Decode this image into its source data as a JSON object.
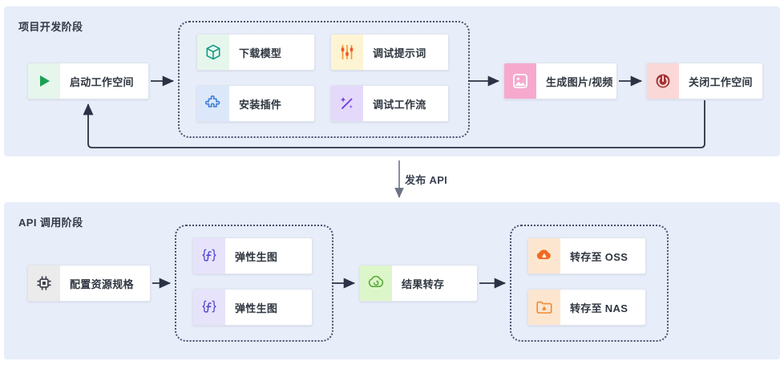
{
  "stages": [
    {
      "id": "dev",
      "title": "项目开发阶段",
      "start": {
        "label": "启动工作空间",
        "icon": "play-icon",
        "icon_color": "#1aa053",
        "tile": "#e6f6ec"
      },
      "group_tasks": [
        {
          "label": "下载模型",
          "icon": "cube-icon",
          "icon_color": "#0e9a86",
          "tile": "#e6f6ec"
        },
        {
          "label": "调试提示词",
          "icon": "sliders-icon",
          "icon_color": "#f0662b",
          "tile": "#fdf4d3"
        },
        {
          "label": "安装插件",
          "icon": "puzzle-icon",
          "icon_color": "#3d7fd4",
          "tile": "#dce8fa"
        },
        {
          "label": "调试工作流",
          "icon": "sparkle-icon",
          "icon_color": "#6f3ddb",
          "tile": "#e5d9fb"
        }
      ],
      "generate": {
        "label": "生成图片/视频",
        "icon": "image-icon",
        "icon_color": "#ffffff",
        "tile": "#f6a9cd"
      },
      "close": {
        "label": "关闭工作空间",
        "icon": "power-icon",
        "icon_color": "#a33131",
        "tile": "#fbd8d8"
      }
    },
    {
      "id": "api",
      "title": "API 调用阶段",
      "config": {
        "label": "配置资源规格",
        "icon": "cpu-chip-icon",
        "icon_color": "#3b3f47",
        "tile": "#ebebeb"
      },
      "group_gen": [
        {
          "label": "弹性生图",
          "icon": "function-icon",
          "icon_color": "#5b4dd1",
          "tile": "#e7e3fb"
        },
        {
          "label": "弹性生图",
          "icon": "function-icon",
          "icon_color": "#5b4dd1",
          "tile": "#e7e3fb"
        }
      ],
      "transfer": {
        "label": "结果转存",
        "icon": "cloud-upload-icon",
        "icon_color": "#5aab3c",
        "tile": "#ddf6c9"
      },
      "group_store": [
        {
          "label": "转存至 OSS",
          "icon": "oss-bucket-icon",
          "icon_color": "#ef6a22",
          "tile": "#fde6cf"
        },
        {
          "label": "转存至 NAS",
          "icon": "nas-folder-icon",
          "icon_color": "#f08a33",
          "tile": "#fde6cf"
        }
      ]
    }
  ],
  "stage_link": {
    "label": "发布 API"
  },
  "colors": {
    "panel_background": "#e7edf9",
    "canvas_background": "#ffffff",
    "node_background": "#ffffff",
    "node_border": "#dfe3ec",
    "group_border": "#44506b",
    "connector": "#2b3245",
    "text": "#2f3640"
  }
}
